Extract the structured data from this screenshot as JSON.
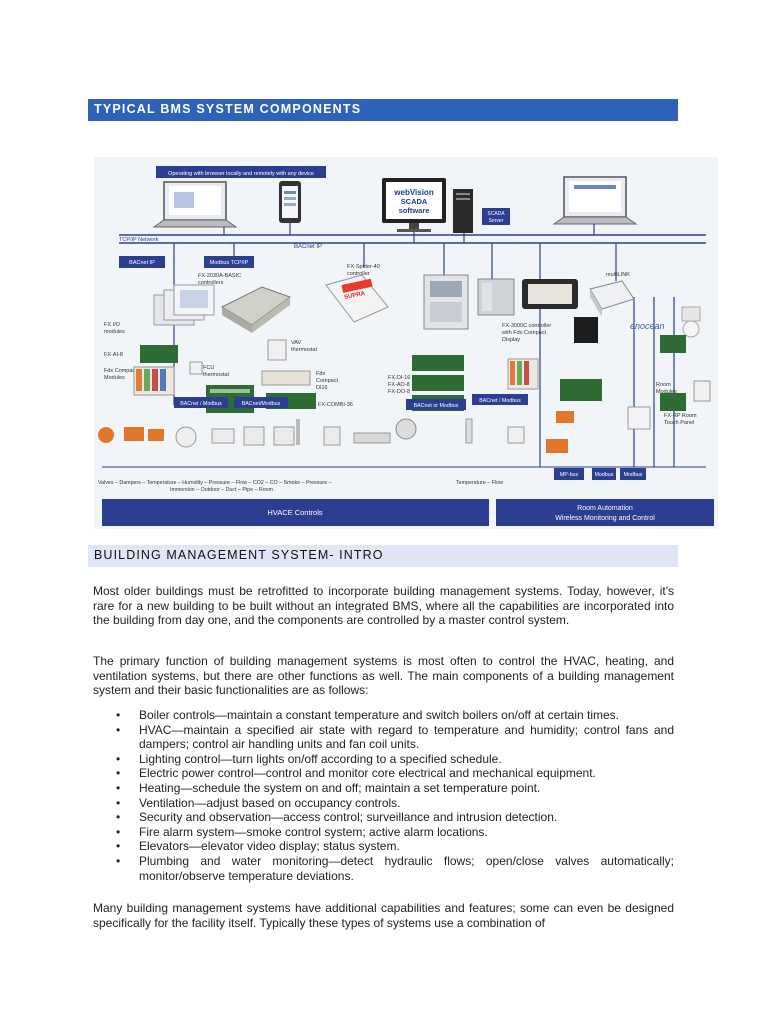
{
  "headings": {
    "components": "TYPICAL BMS SYSTEM COMPONENTS",
    "intro": "BUILDING MANAGEMENT SYSTEM- INTRO"
  },
  "diagram": {
    "browser_banner": "Operating with browser locally and remotely with any device",
    "scada_logo": [
      "webVision",
      "SCADA",
      "software"
    ],
    "scada_server": [
      "SCADA",
      "Server"
    ],
    "tcpip_network": "TCP/IP Network",
    "bacnet_ip": "BACnet IP",
    "bacnet_ip_box": "BACnet IP",
    "modbus_tcpip_box": "Modbus TCP/IP",
    "fx2030a": [
      "FX-2030A-BASIC",
      "controllers"
    ],
    "fx_spider": [
      "FX-Spider-40",
      "controller"
    ],
    "supra": "SUPRA",
    "multilink": "multiLINK",
    "fx3000c": [
      "FX-3000C controller",
      "with Fdx Compact",
      "Display"
    ],
    "enocean": "enocean",
    "fx_io": [
      "FX I/O",
      "modules"
    ],
    "fx_ai8": "FX-AI-8",
    "fdx_compact_modules": [
      "Fdx Compact",
      "Modules"
    ],
    "fcu": [
      "FCU",
      "thermostat"
    ],
    "vav": [
      "VAV",
      "thermostat"
    ],
    "fdx_di16": [
      "Fdx",
      "Compact",
      "DI16"
    ],
    "fx_combi": "FX-COMBI-36",
    "fx_stack": [
      "FX-DI-16",
      "FX-AO-8",
      "FX-DO-8"
    ],
    "room_modules": [
      "Room",
      "Modules"
    ],
    "fx_rp": [
      "FX-RP Room",
      "Touch Panel"
    ],
    "bus_labels": {
      "bacnet_modbus_1": "BACnet / Modbus",
      "bacnet_modbus_2": "BACnet/Modbus",
      "bacnet_or_modbus": "BACnet or Modbus",
      "bacnet_modbus_3": "BACnet / Modbus",
      "mp_bus": "MP-bus",
      "modbus": "Modbus",
      "modbus_2": "Modbus"
    },
    "sensor_row_1": "Valves –  Dampers –  Temperature –  Humidity –  Pressure –  Flow – CO2  –  CO  –  Smoke  –  Pressure  –",
    "sensor_row_1b": "Temperature  –  Flow",
    "sensor_row_2": "Immersion – Outdoor –  Duct  –  Pipe – Room",
    "hvace_controls": "HVACE Controls",
    "room_automation": [
      "Room Automation",
      "Wireless Monitoring and Control"
    ],
    "colors": {
      "bus": "#2c3e8f",
      "box": "#2c3e8f",
      "box_text": "#ffffff"
    }
  },
  "body": {
    "p1": "Most older buildings must be retrofitted to incorporate building management systems. Today, however, it's rare for a new building to be built without an integrated BMS, where all the capabilities are incorporated into the building from day one, and the components are controlled by a master control system.",
    "p2": "The primary function of building management systems is most often to control the HVAC, heating, and ventilation systems, but there are other functions as well. The main components of a building management system and their basic functionalities are as follows:",
    "bullet_symbol": "•",
    "bullets": [
      "Boiler controls—maintain a constant temperature and switch boilers on/off at certain times.",
      "HVAC—maintain a specified air state with regard to temperature and humidity; control fans and dampers; control air handling units and fan coil units.",
      "Lighting control—turn lights on/off according to a specified schedule.",
      "Electric power control—control and monitor core electrical and mechanical equipment.",
      "Heating—schedule the system on and off; maintain a set temperature point.",
      "Ventilation—adjust based on occupancy controls.",
      "Security and observation—access control; surveillance and intrusion detection.",
      "Fire alarm system—smoke control system; active alarm locations.",
      "Elevators—elevator video display; status system.",
      "Plumbing and water monitoring—detect hydraulic flows; open/close valves automatically; monitor/observe temperature deviations."
    ],
    "p3": "Many building management systems have additional capabilities and features; some can even be designed specifically for the facility itself. Typically these types of systems use a combination of"
  }
}
